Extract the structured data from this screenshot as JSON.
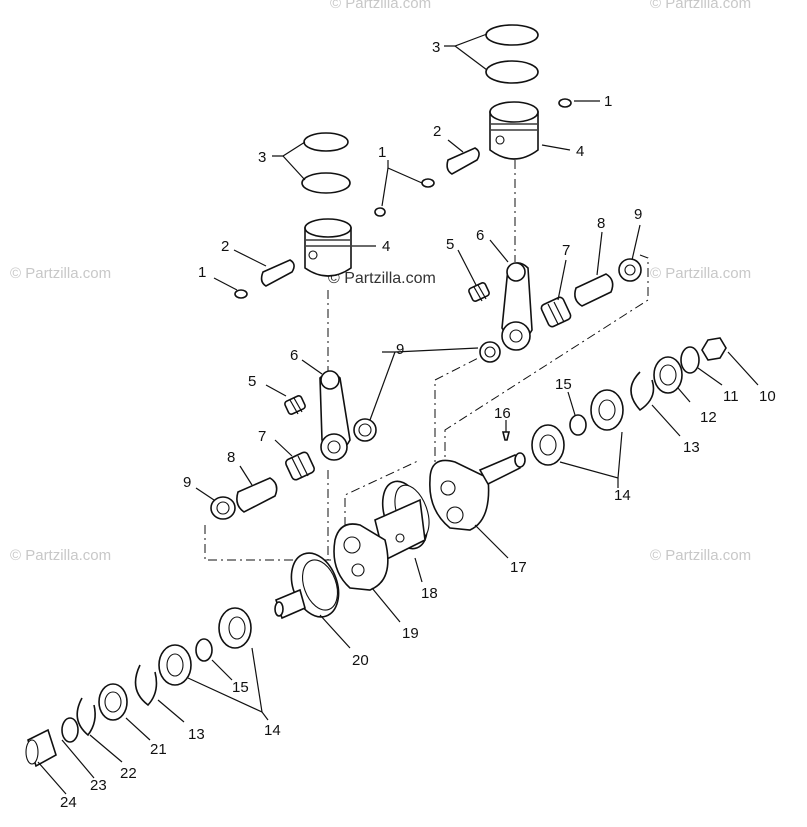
{
  "watermark": {
    "center": "© Partzilla.com",
    "faint": [
      "© Partzilla.com",
      "© Partzilla.com",
      "© Partzilla.com",
      "© Partzilla.com",
      "© Partzilla.com",
      "© Partzilla.com"
    ]
  },
  "callouts": [
    {
      "id": "c1a",
      "text": "1"
    },
    {
      "id": "c1b",
      "text": "1"
    },
    {
      "id": "c1c",
      "text": "1"
    },
    {
      "id": "c2a",
      "text": "2"
    },
    {
      "id": "c2b",
      "text": "2"
    },
    {
      "id": "c3a",
      "text": "3"
    },
    {
      "id": "c3b",
      "text": "3"
    },
    {
      "id": "c4a",
      "text": "4"
    },
    {
      "id": "c4b",
      "text": "4"
    },
    {
      "id": "c5a",
      "text": "5"
    },
    {
      "id": "c5b",
      "text": "5"
    },
    {
      "id": "c6a",
      "text": "6"
    },
    {
      "id": "c6b",
      "text": "6"
    },
    {
      "id": "c7a",
      "text": "7"
    },
    {
      "id": "c7b",
      "text": "7"
    },
    {
      "id": "c8a",
      "text": "8"
    },
    {
      "id": "c8b",
      "text": "8"
    },
    {
      "id": "c9a",
      "text": "9"
    },
    {
      "id": "c9b",
      "text": "9"
    },
    {
      "id": "c9c",
      "text": "9"
    },
    {
      "id": "c10",
      "text": "10"
    },
    {
      "id": "c11",
      "text": "11"
    },
    {
      "id": "c12",
      "text": "12"
    },
    {
      "id": "c13a",
      "text": "13"
    },
    {
      "id": "c13b",
      "text": "13"
    },
    {
      "id": "c14a",
      "text": "14"
    },
    {
      "id": "c14b",
      "text": "14"
    },
    {
      "id": "c15a",
      "text": "15"
    },
    {
      "id": "c15b",
      "text": "15"
    },
    {
      "id": "c16",
      "text": "16"
    },
    {
      "id": "c17",
      "text": "17"
    },
    {
      "id": "c18",
      "text": "18"
    },
    {
      "id": "c19",
      "text": "19"
    },
    {
      "id": "c20",
      "text": "20"
    },
    {
      "id": "c21",
      "text": "21"
    },
    {
      "id": "c22",
      "text": "22"
    },
    {
      "id": "c23",
      "text": "23"
    },
    {
      "id": "c24",
      "text": "24"
    }
  ]
}
